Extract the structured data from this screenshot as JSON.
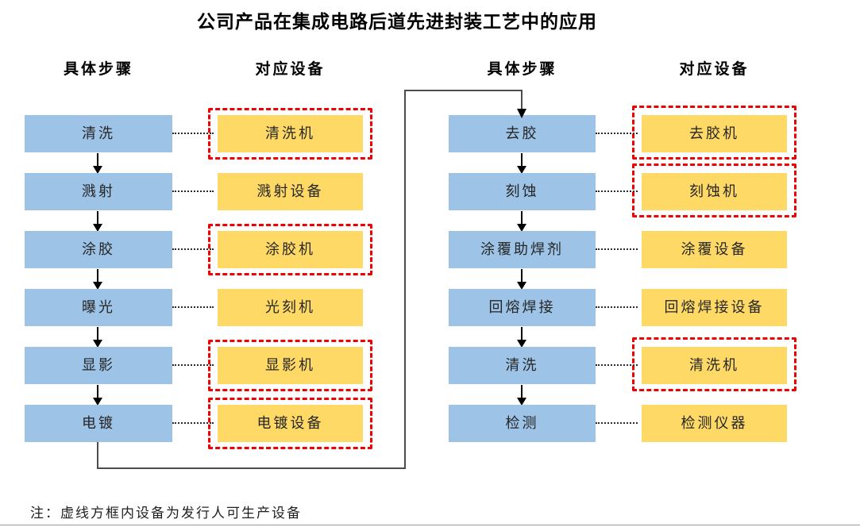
{
  "title": "公司产品在集成电路后道先进封装工艺中的应用",
  "note": "注：虚线方框内设备为发行人可生产设备",
  "legend_meaning": "虚线方框内设备为发行人可生产设备",
  "colors": {
    "step_box": "#9DC3E6",
    "equipment_box": "#FFD966",
    "producible_frame": "#F00000",
    "connector": "#4d4d4d"
  },
  "columns": {
    "left": {
      "step_header": "具体步骤",
      "equipment_header": "对应设备",
      "rows": [
        {
          "step": "清洗",
          "equipment": "清洗机",
          "producible": true
        },
        {
          "step": "溅射",
          "equipment": "溅射设备",
          "producible": false
        },
        {
          "step": "涂胶",
          "equipment": "涂胶机",
          "producible": true
        },
        {
          "step": "曝光",
          "equipment": "光刻机",
          "producible": false
        },
        {
          "step": "显影",
          "equipment": "显影机",
          "producible": true
        },
        {
          "step": "电镀",
          "equipment": "电镀设备",
          "producible": true
        }
      ]
    },
    "right": {
      "step_header": "具体步骤",
      "equipment_header": "对应设备",
      "rows": [
        {
          "step": "去胶",
          "equipment": "去胶机",
          "producible": true
        },
        {
          "step": "刻蚀",
          "equipment": "刻蚀机",
          "producible": true
        },
        {
          "step": "涂覆助焊剂",
          "equipment": "涂覆设备",
          "producible": false
        },
        {
          "step": "回熔焊接",
          "equipment": "回熔焊接设备",
          "producible": false
        },
        {
          "step": "清洗",
          "equipment": "清洗机",
          "producible": true
        },
        {
          "step": "检测",
          "equipment": "检测仪器",
          "producible": false
        }
      ]
    }
  }
}
